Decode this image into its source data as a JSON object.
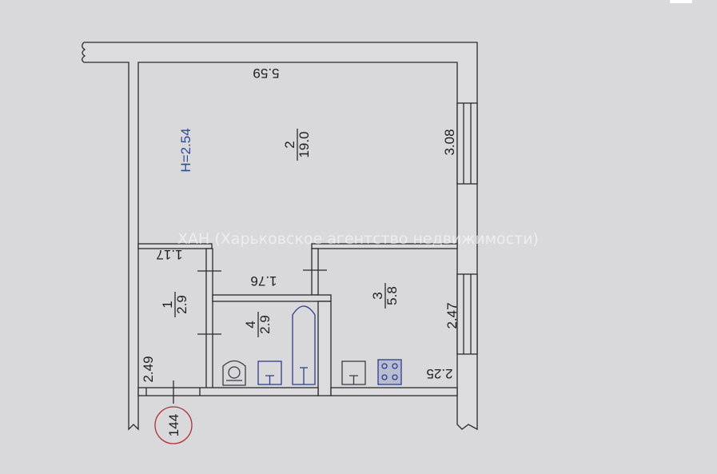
{
  "plan": {
    "ceiling_height": "H=2.54",
    "rooms": [
      {
        "number": "1",
        "area": "2.9"
      },
      {
        "number": "2",
        "area": "19.0"
      },
      {
        "number": "3",
        "area": "5.8"
      },
      {
        "number": "4",
        "area": "2.9"
      }
    ],
    "dimensions": {
      "room2_width": "5.59",
      "room2_length": "3.08",
      "room1_width": "1.17",
      "room1_length": "2.49",
      "bath_width": "1.76",
      "kitchen_length": "2.47",
      "kitchen_width": "2.25"
    },
    "apartment_number": "144",
    "watermark": "ХАН (Харьковское агентство недвижимости)"
  },
  "colors": {
    "background": "#d9d9db",
    "lines": "#2a2a2e",
    "height_label": "#2c4a9c",
    "apartment_circle": "#b0303a"
  },
  "icons": [
    "toilet-icon",
    "washbasin-icon",
    "bathtub-icon",
    "kitchen-sink-icon",
    "stove-icon",
    "window-icon"
  ]
}
